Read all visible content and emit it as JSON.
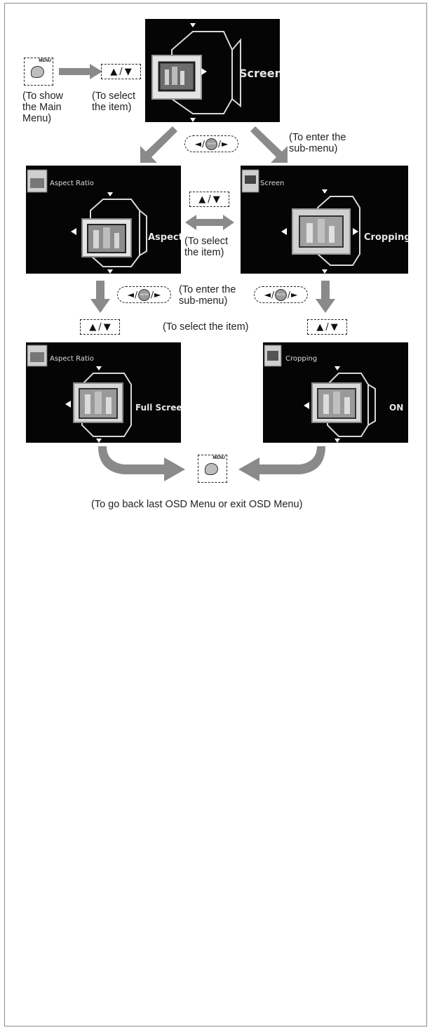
{
  "buttons": {
    "menu_label": "MENU",
    "enter_label": "ENTER",
    "up_symbol": "▲",
    "slash": "/",
    "down_symbol": "▼",
    "left_symbol": "◄",
    "right_symbol": "►"
  },
  "labels": {
    "show_main_menu": "(To show\nthe Main\nMenu)",
    "select_item_top": "(To select\nthe item)",
    "enter_submenu_top": "(To enter the\nsub-menu)",
    "select_item_mid": "(To select\nthe item)",
    "enter_submenu_mid": "(To enter the\nsub-menu)",
    "select_item_row": "(To select the item)",
    "go_back": "(To go back last OSD Menu or exit OSD Menu)"
  },
  "screens": {
    "main": {
      "item": "Screen"
    },
    "aspect": {
      "title": "Aspect Ratio",
      "item": "Aspect"
    },
    "cropping": {
      "title": "Screen",
      "item": "Cropping"
    },
    "aspect_value": {
      "title": "Aspect Ratio",
      "item": "Full Screen"
    },
    "cropping_value": {
      "title": "Cropping",
      "item": "ON"
    }
  },
  "colors": {
    "arrow": "#8a8a8a",
    "screen_bg": "#050505",
    "panel_face": "#e4e4e4"
  }
}
